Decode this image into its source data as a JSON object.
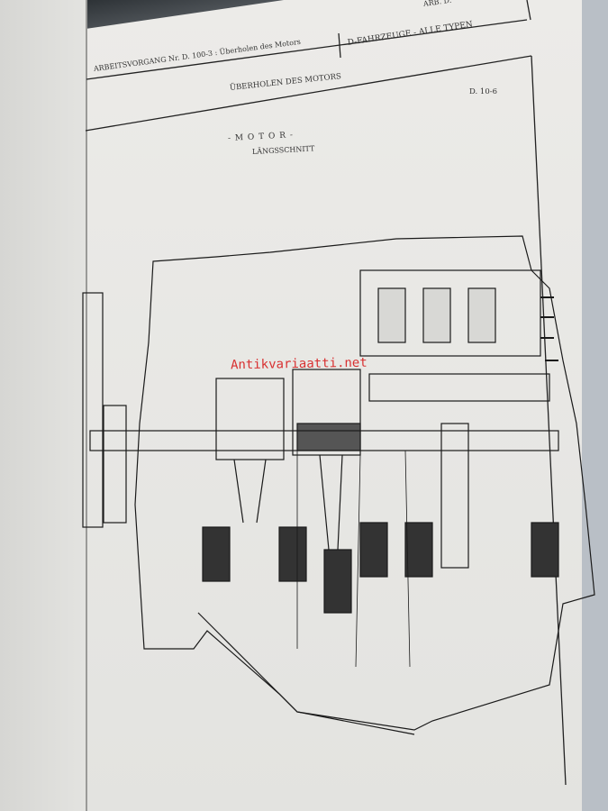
{
  "header": {
    "arb_ref": "ARB. D.",
    "arbeitsvorgang": "ARBEITSVORGANG Nr. D. 100-3 : Überholen des Motors",
    "fahrzeuge": "D-FAHRZEUGE - ALLE TYPEN"
  },
  "section": {
    "title": "ÜBERHOLEN DES MOTORS",
    "page_code": "D. 10-6"
  },
  "figure": {
    "title": "- M O T O R -",
    "subtitle": "LÄNGSSCHNITT"
  },
  "watermark": "Antikvariaatti.net"
}
